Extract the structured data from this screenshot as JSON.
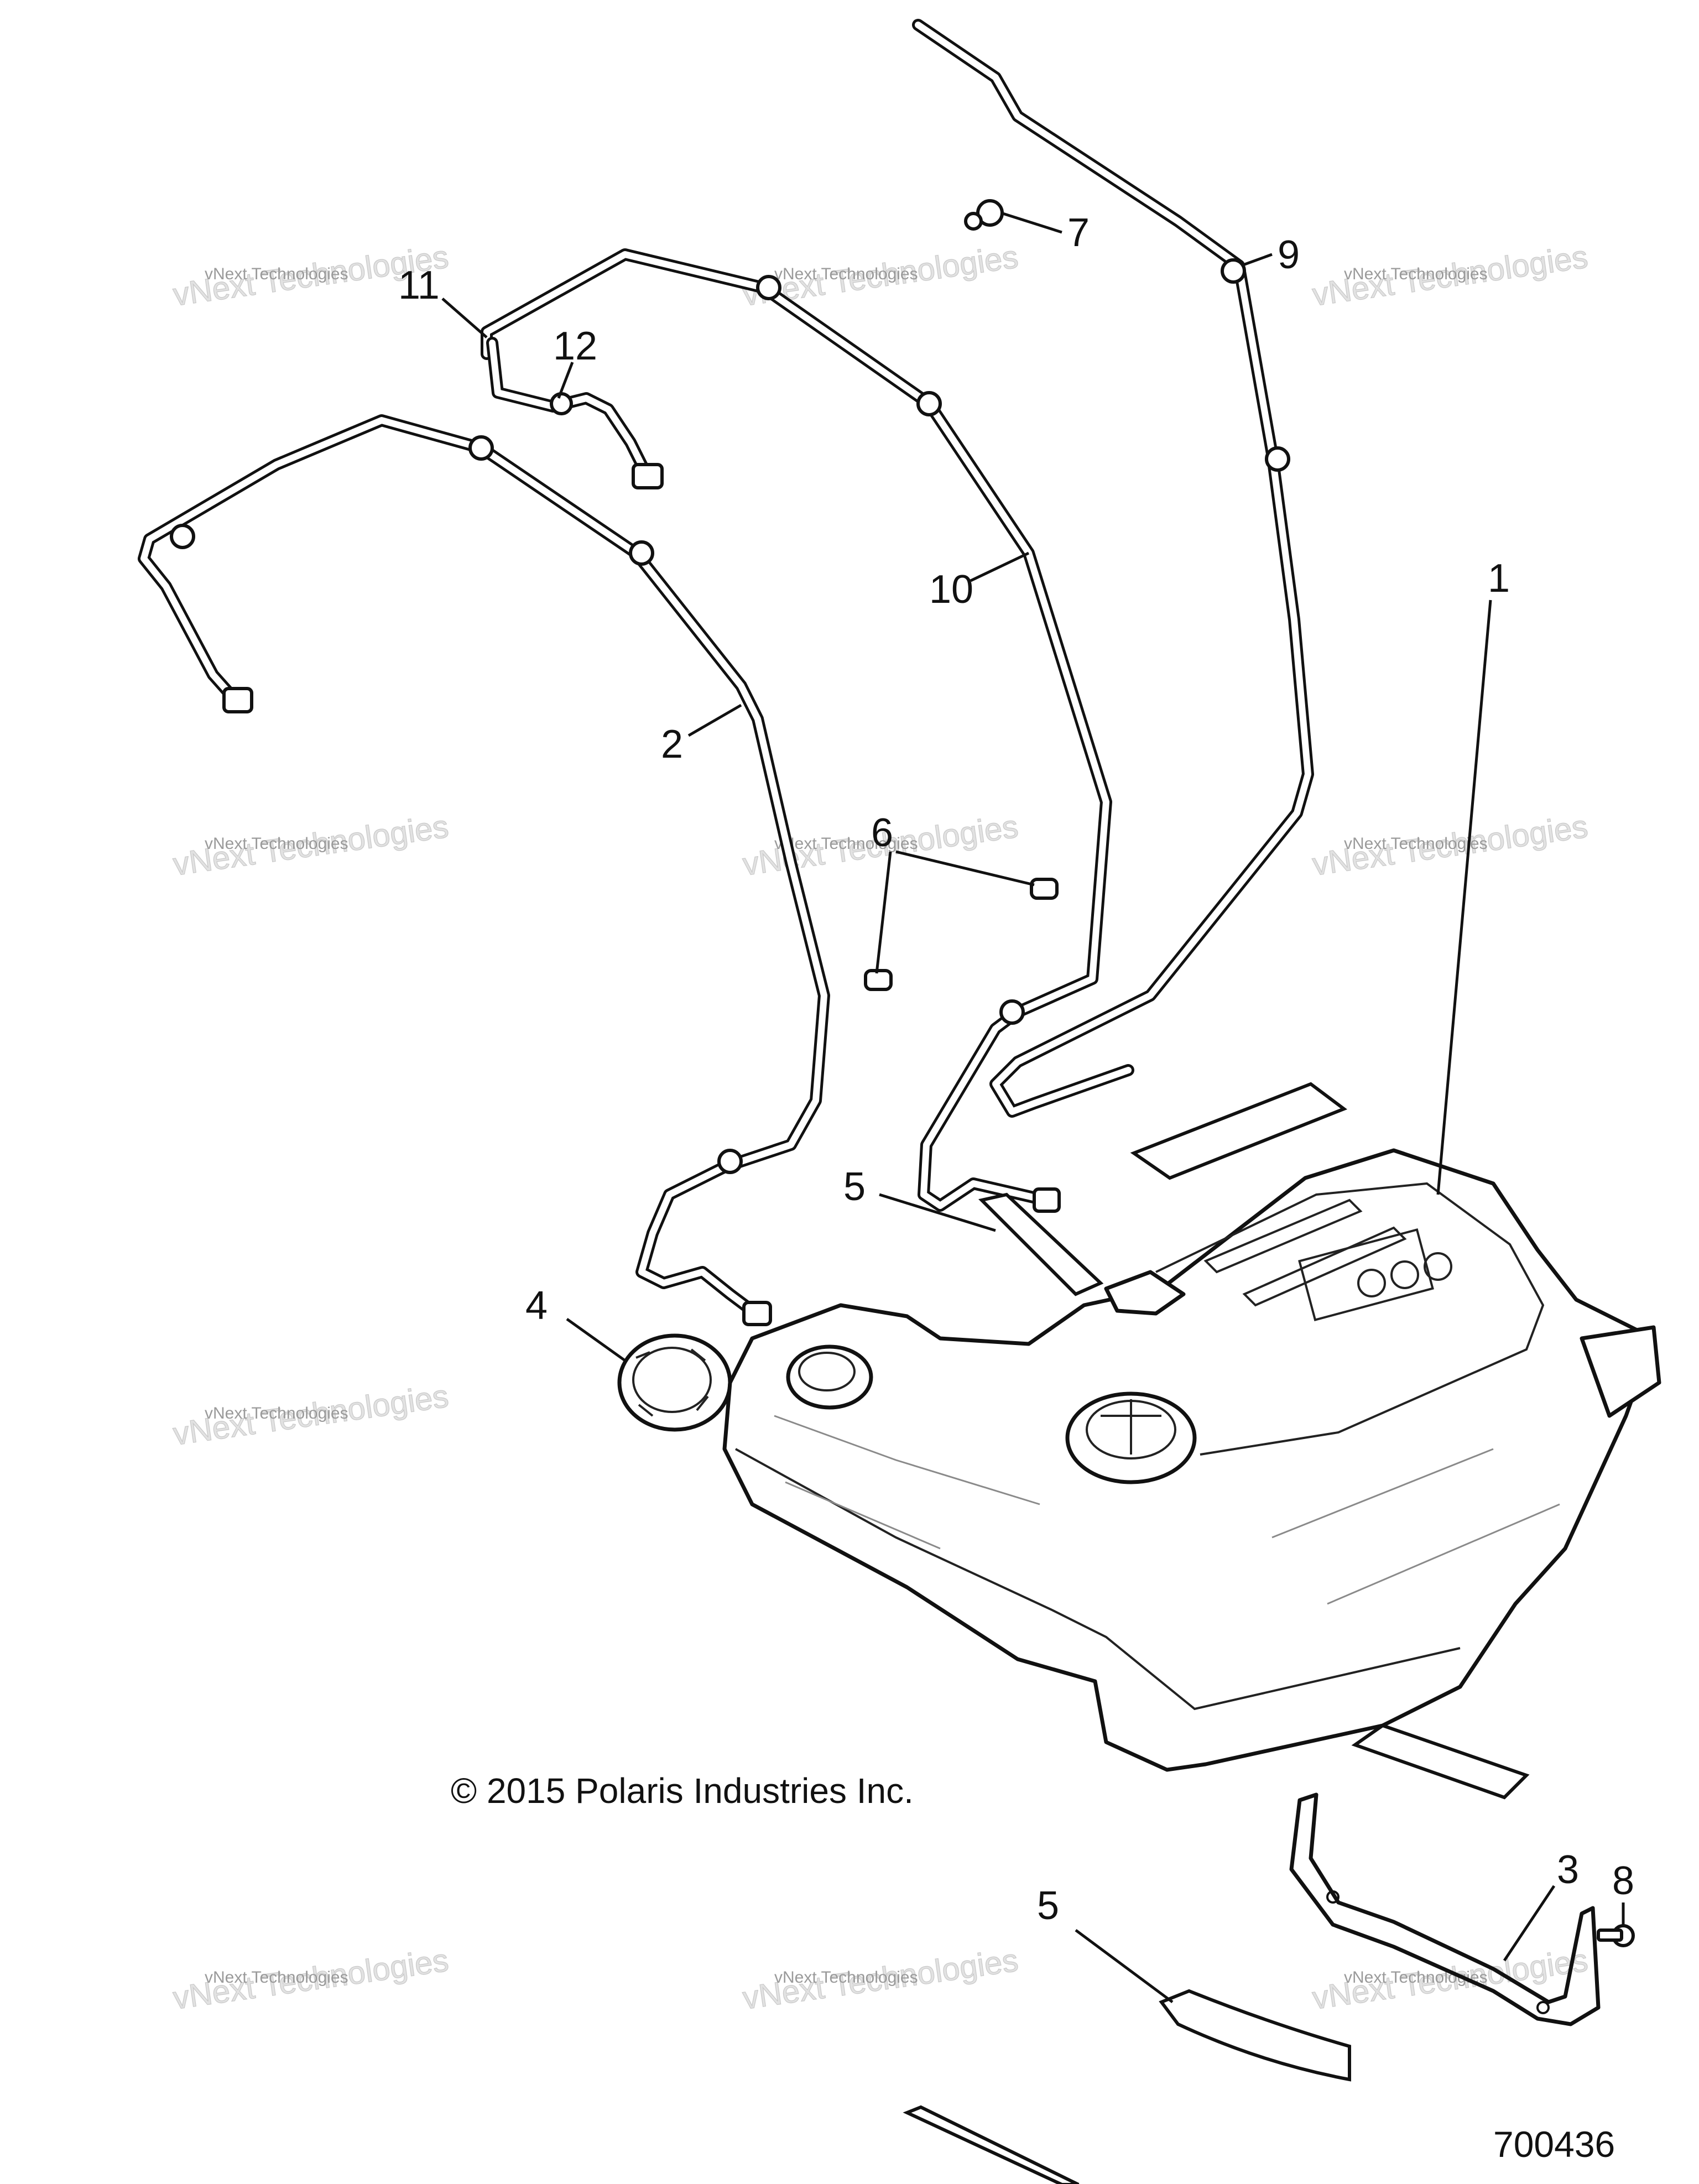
{
  "callouts": {
    "c1": "1",
    "c2": "2",
    "c3": "3",
    "c4": "4",
    "c5a": "5",
    "c5b": "5",
    "c6": "6",
    "c7": "7",
    "c8": "8",
    "c9": "9",
    "c10": "10",
    "c11": "11",
    "c12": "12"
  },
  "copyright": "© 2015 Polaris Industries Inc.",
  "document_number": "700436",
  "watermark": {
    "line1": "vNext Technologies",
    "line2": "vNext Technologies"
  }
}
